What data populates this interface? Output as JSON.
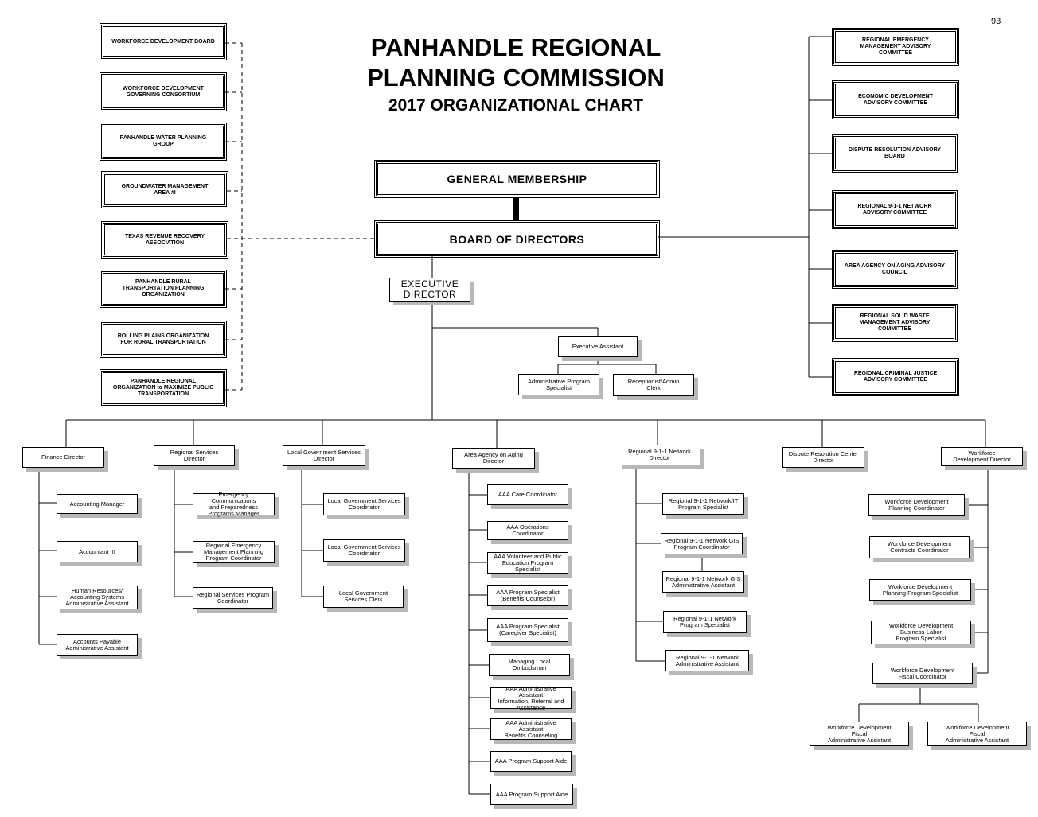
{
  "page_number": "93",
  "title": {
    "line1": "PANHANDLE REGIONAL",
    "line2": "PLANNING COMMISSION",
    "line3": "2017 ORGANIZATIONAL CHART"
  },
  "core": {
    "general_membership": "GENERAL MEMBERSHIP",
    "board_of_directors": "BOARD OF DIRECTORS",
    "executive_director": "EXECUTIVE\nDIRECTOR"
  },
  "left_groups": [
    "WORKFORCE DEVELOPMENT BOARD",
    "WORKFORCE DEVELOPMENT\nGOVERNING CONSORTIUM",
    "PANHANDLE WATER PLANNING\nGROUP",
    "GROUNDWATER MANAGEMENT\nAREA #I",
    "TEXAS REVENUE RECOVERY\nASSOCIATION",
    "PANHANDLE RURAL\nTRANSPORTATION PLANNING\nORGANIZATION",
    "ROLLING PLAINS ORGANIZATION\nFOR RURAL TRANSPORTATION",
    "PANHANDLE REGIONAL\nORGANIZATION to MAXIMIZE PUBLIC\nTRANSPORTATION"
  ],
  "right_committees": [
    "REGIONAL EMERGENCY\nMANAGEMENT ADVISORY\nCOMMITTEE",
    "ECONOMIC DEVELOPMENT\nADVISORY COMMITTEE",
    "DISPUTE RESOLUTION ADVISORY\nBOARD",
    "REGIONAL 9-1-1 NETWORK\nADVISORY COMMITTEE",
    "AREA AGENCY ON AGING ADVISORY\nCOUNCIL",
    "REGIONAL SOLID WASTE\nMANAGEMENT ADVISORY\nCOMMITTEE",
    "REGIONAL CRIMINAL JUSTICE\nADVISORY COMMITTEE"
  ],
  "exec_staff": {
    "executive_assistant": "Executive Assistant",
    "admin_program_specialist": "Administrative Program\nSpecialist",
    "receptionist": "Receptionist/Admin\nClerk"
  },
  "departments": [
    {
      "director": "Finance Director",
      "staff": [
        "Accounting Manager",
        "Accountant III",
        "Human Resources/\nAccounting Systems\nAdministrative Assistant",
        "Accounts Payable\nAdministrative Assistant"
      ]
    },
    {
      "director": "Regional Services\nDirector",
      "staff": [
        "Emergency Communications\nand Preparedness\nPrograms Manager",
        "Regional Emergency\nManagement Planning\nProgram Coordinator",
        "Regional Services Program\nCoordinator"
      ]
    },
    {
      "director": "Local Government Services\nDirector",
      "staff": [
        "Local Government Services\nCoordinator",
        "Local Government Services\nCoordinator",
        "Local Government\nServices Clerk"
      ]
    },
    {
      "director": "Area Agency on Aging\nDirector",
      "staff": [
        "AAA Care Coordinator",
        "AAA Operations Coordinator",
        "AAA Volunteer and Public\nEducation Program Specialist",
        "AAA Program Specialist\n(Benefits Counselor)",
        "AAA Program Specialist\n(Caregiver Specialist)",
        "Managing Local\nOmbudsman",
        "AAA Administrative Assistant\nInformation, Referral and\nAssistance",
        "AAA Administrative Assistant\nBenefits Counseling",
        "AAA Program Support Aide",
        "AAA Program Support Aide"
      ]
    },
    {
      "director": "Regional 9-1-1 Network\nDirector",
      "staff": [
        "Regional 9-1-1 Network/IT\nProgram Specialist",
        "Regional 9-1-1 Network GIS\nProgram Coordinator",
        "Regional 9-1-1 Network GIS\nAdministrative Assistant",
        "Regional 9-1-1 Network\nProgram Specialist",
        "Regional 9-1-1 Network\nAdministrative Assistant"
      ]
    },
    {
      "director": "Dispute Resolution Center\nDirector",
      "staff": []
    },
    {
      "director": "Workforce\nDevelopment Director",
      "staff": [
        "Workforce Development\nPlanning Coordinator",
        "Workforce Development\nContracts Coordinator",
        "Workforce Development\nPlanning Program Specialist",
        "Workforce Development\nBusiness-Labor\nProgram Specialist",
        "Workforce Development\nFiscal Coordinator"
      ],
      "sub_staff": [
        "Workforce Development\nFiscal\nAdministrative Assistant",
        "Workforce Development\nFiscal\nAdministrative Assistant"
      ]
    }
  ]
}
